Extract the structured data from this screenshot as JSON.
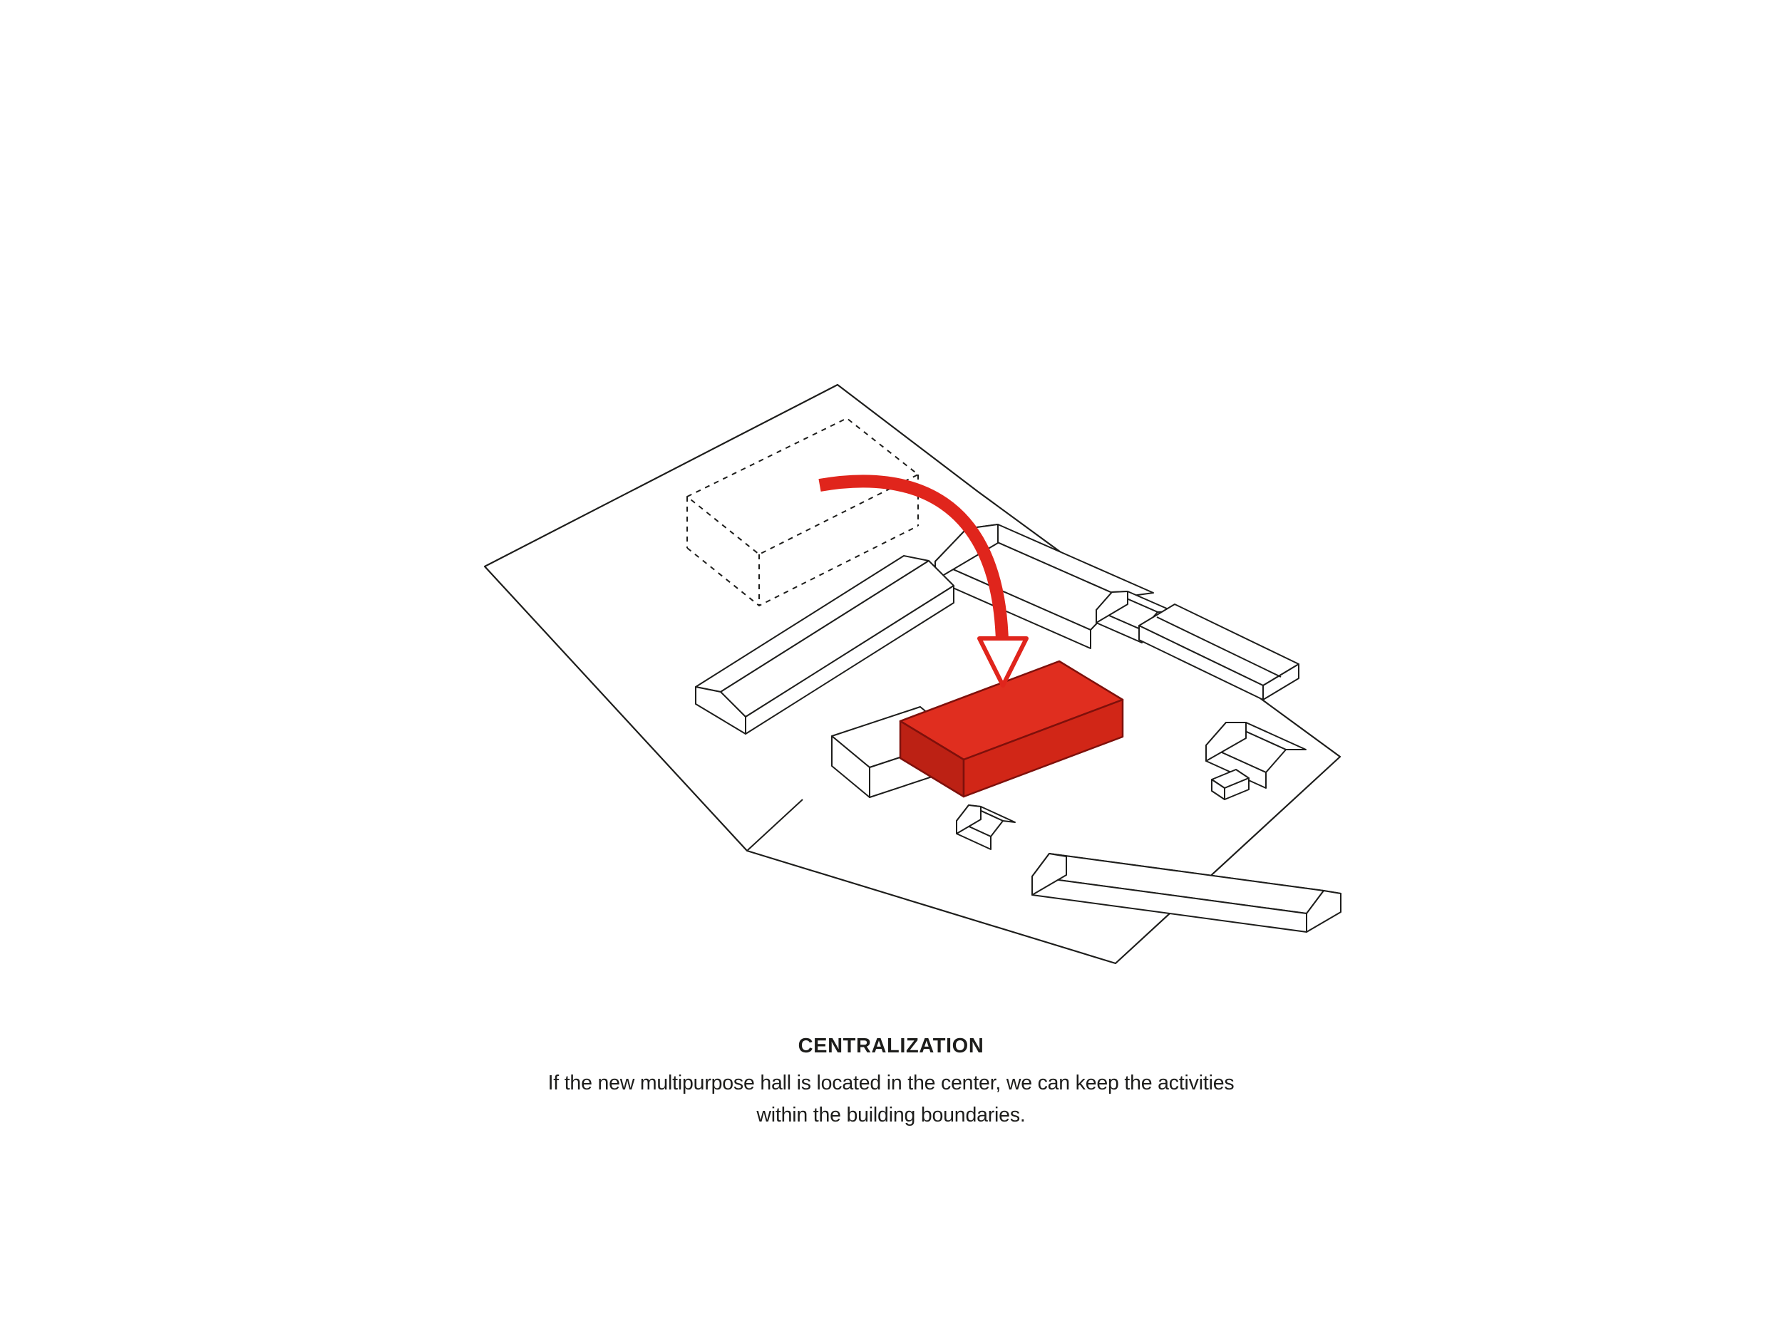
{
  "page": {
    "background": "#FFFFFF"
  },
  "diagram": {
    "type": "axonometric-site-diagram",
    "colors": {
      "line": "#1D1D1B",
      "building_fill": "#FFFFFF",
      "highlight_red": "#E0251C"
    }
  },
  "caption": {
    "title": "CENTRALIZATION",
    "line1": "If the new multipurpose hall is located in the center, we can keep the activities",
    "line2": "within the building boundaries."
  }
}
